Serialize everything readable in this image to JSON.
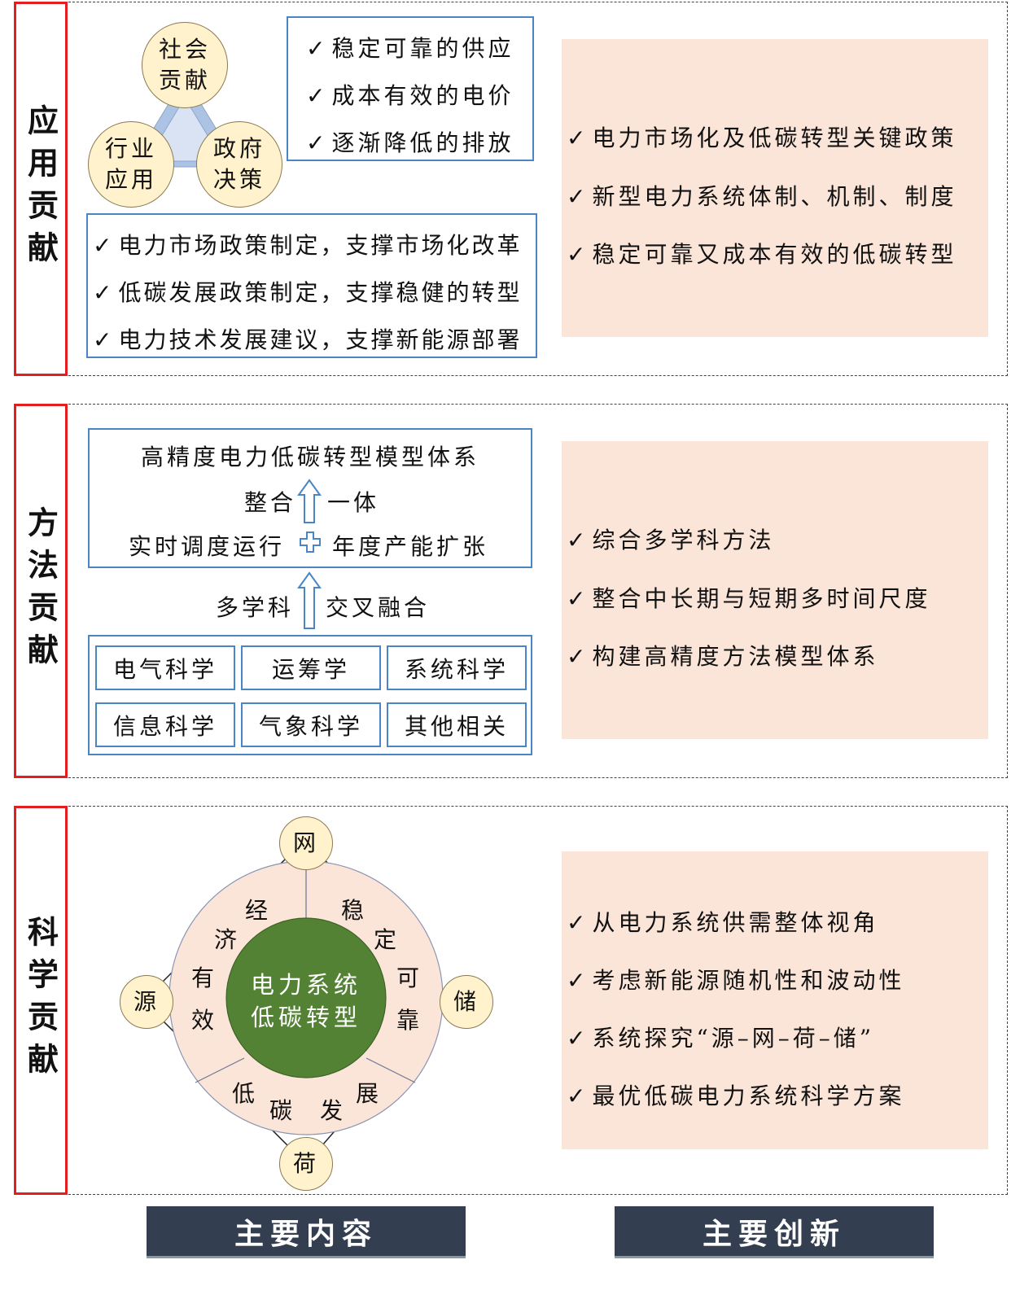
{
  "sections": {
    "application": {
      "label": "应用贡献",
      "triangle_nodes": [
        "社会\n贡献",
        "行业\n应用",
        "政府\n决策"
      ],
      "goals": [
        "稳定可靠的供应",
        "成本有效的电价",
        "逐渐降低的排放"
      ],
      "supports": [
        "电力市场政策制定，支撑市场化改革",
        "低碳发展政策制定，支撑稳健的转型",
        "电力技术发展建议，支撑新能源部署"
      ],
      "innovations": [
        "电力市场化及低碳转型关键政策",
        "新型电力系统体制、机制、制度",
        "稳定可靠又成本有效的低碳转型"
      ]
    },
    "method": {
      "label": "方法贡献",
      "model_title": "高精度电力低碳转型模型体系",
      "integrate_left": "整合",
      "integrate_right": "一体",
      "realtime": "实时调度运行",
      "annual": "年度产能扩张",
      "multi_left": "多学科",
      "multi_right": "交叉融合",
      "disciplines": [
        "电气科学",
        "运筹学",
        "系统科学",
        "信息科学",
        "气象科学",
        "其他相关"
      ],
      "innovations": [
        "综合多学科方法",
        "整合中长期与短期多时间尺度",
        "构建高精度方法模型体系"
      ]
    },
    "science": {
      "label": "科学贡献",
      "core": [
        "电力系统",
        "低碳转型"
      ],
      "nodes": {
        "top": "网",
        "left": "源",
        "right": "储",
        "bottom": "荷"
      },
      "ring_economic": [
        "经",
        "济",
        "有",
        "效"
      ],
      "ring_stable": [
        "稳",
        "定",
        "可",
        "靠"
      ],
      "ring_lowcarbon": [
        "低",
        "碳",
        "发",
        "展"
      ],
      "innovations": [
        "从电力系统供需整体视角",
        "考虑新能源随机性和波动性",
        "系统探究“源–网–荷–储”",
        "最优低碳电力系统科学方案"
      ]
    }
  },
  "footer": {
    "main_content": "主要内容",
    "main_innovation": "主要创新"
  },
  "check_mark": "✓",
  "colors": {
    "red_border": "#e41e1e",
    "blue_border": "#4a86c5",
    "peach": "#fbe5d8",
    "node_fill": "#fff2cc",
    "core_green": "#548235",
    "footer_bg": "#333f50"
  }
}
